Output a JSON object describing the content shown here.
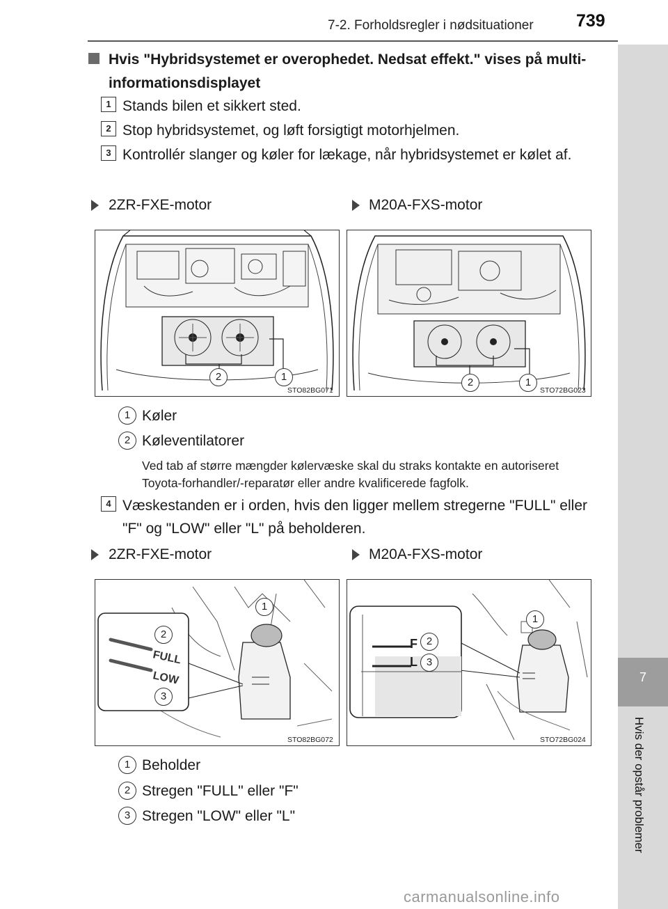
{
  "header": {
    "section": "7-2. Forholdsregler i nødsituationer",
    "page": "739"
  },
  "side_tab": {
    "number": "7",
    "title": "Hvis der opstår problemer"
  },
  "heading": "Hvis \"Hybridsystemet er overophedet. Nedsat effekt.\" vises på multi-informationsdisplayet",
  "steps": [
    {
      "num": "1",
      "text": "Stands bilen et sikkert sted."
    },
    {
      "num": "2",
      "text": "Stop hybridsystemet, og løft forsigtigt motorhjelmen."
    },
    {
      "num": "3",
      "text": "Kontrollér slanger og køler for lækage, når hybridsystemet er kølet af."
    },
    {
      "num": "4",
      "text": "Væskestanden er i orden, hvis den ligger mellem stregerne \"FULL\" eller \"F\" og \"LOW\" eller \"L\" på beholderen."
    }
  ],
  "motors": {
    "left": "2ZR-FXE-motor",
    "right": "M20A-FXS-motor"
  },
  "figures": {
    "fig1_left_code": "STO82BG071",
    "fig1_right_code": "STO72BG023",
    "fig2_left_code": "STO82BG072",
    "fig2_right_code": "STO72BG024",
    "callout_1": "1",
    "callout_2": "2",
    "callout_3": "3",
    "reservoir_marks": {
      "full": "FULL",
      "low": "LOW",
      "f": "F",
      "l": "L"
    }
  },
  "legend1": [
    {
      "num": "1",
      "text": "Køler"
    },
    {
      "num": "2",
      "text": "Køleventilatorer"
    }
  ],
  "note": "Ved tab af større mængder kølervæske skal du straks kontakte en autoriseret Toyota-forhandler/-reparatør eller andre kvalificerede fagfolk.",
  "legend2": [
    {
      "num": "1",
      "text": "Beholder"
    },
    {
      "num": "2",
      "text": "Stregen \"FULL\" eller \"F\""
    },
    {
      "num": "3",
      "text": "Stregen \"LOW\" eller \"L\""
    }
  ],
  "watermark": "carmanualsonline.info"
}
